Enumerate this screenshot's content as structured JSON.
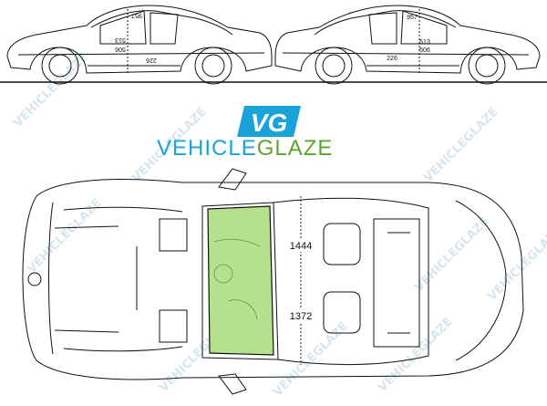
{
  "brand": {
    "logo_text": "VG",
    "name_part1": "VEHICLE",
    "name_part2": "GLAZE",
    "watermark_text": "VEHICLEGLAZE",
    "colors": {
      "logo_blue": "#1aa3d8",
      "logo_green": "#5aa531",
      "glass_green": "#b5e08d",
      "watermark": "#cfe2ea",
      "outline": "#111111"
    }
  },
  "dimensions": {
    "left_view": {
      "upper": "957",
      "mid_a": "513",
      "mid_b": "506",
      "lower": "226"
    },
    "right_view": {
      "upper": "957",
      "mid_a": "513",
      "mid_b": "506",
      "lower": "226"
    },
    "top_view": {
      "upper": "1444",
      "lower": "1372"
    }
  },
  "highlight": {
    "part": "windscreen",
    "color": "#b5e08d"
  }
}
